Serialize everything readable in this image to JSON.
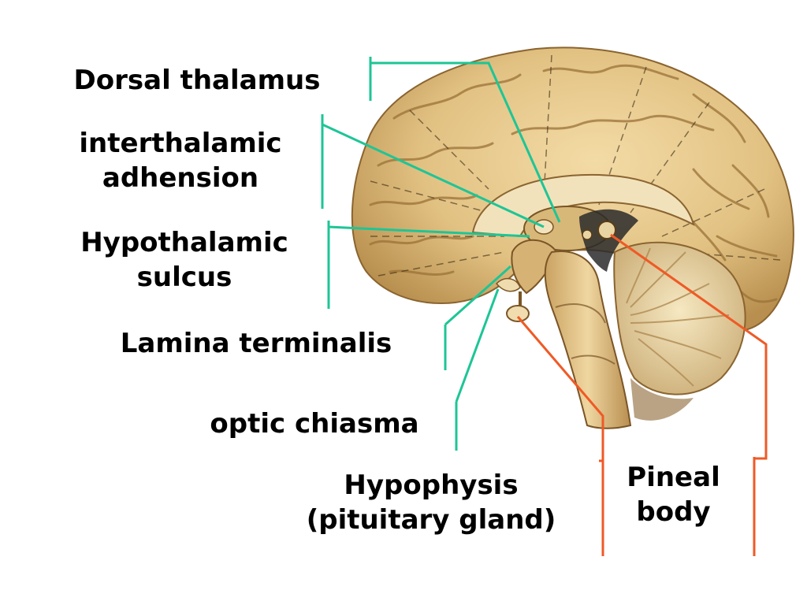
{
  "colors": {
    "teal_leader": "#1ec596",
    "red_leader": "#ef5a26",
    "brain_tan": "#e6c98a",
    "brain_shadow": "#9b7238",
    "cerebellum": "#eedcaa",
    "ventricle": "#2a2a2a"
  },
  "labels": {
    "dorsal_thalamus": "Dorsal thalamus",
    "interthalamic_line1": "interthalamic",
    "interthalamic_line2": "adhension",
    "hypothalamic_line1": "Hypothalamic",
    "hypothalamic_line2": "sulcus",
    "lamina_terminalis": "Lamina terminalis",
    "optic_chiasma": "optic chiasma",
    "hypophysis_line1": "Hypophysis",
    "hypophysis_line2": "(pituitary gland)",
    "pineal_line1": "Pineal",
    "pineal_line2": "body"
  },
  "image": {
    "icon": "brain-midsagittal-section"
  }
}
